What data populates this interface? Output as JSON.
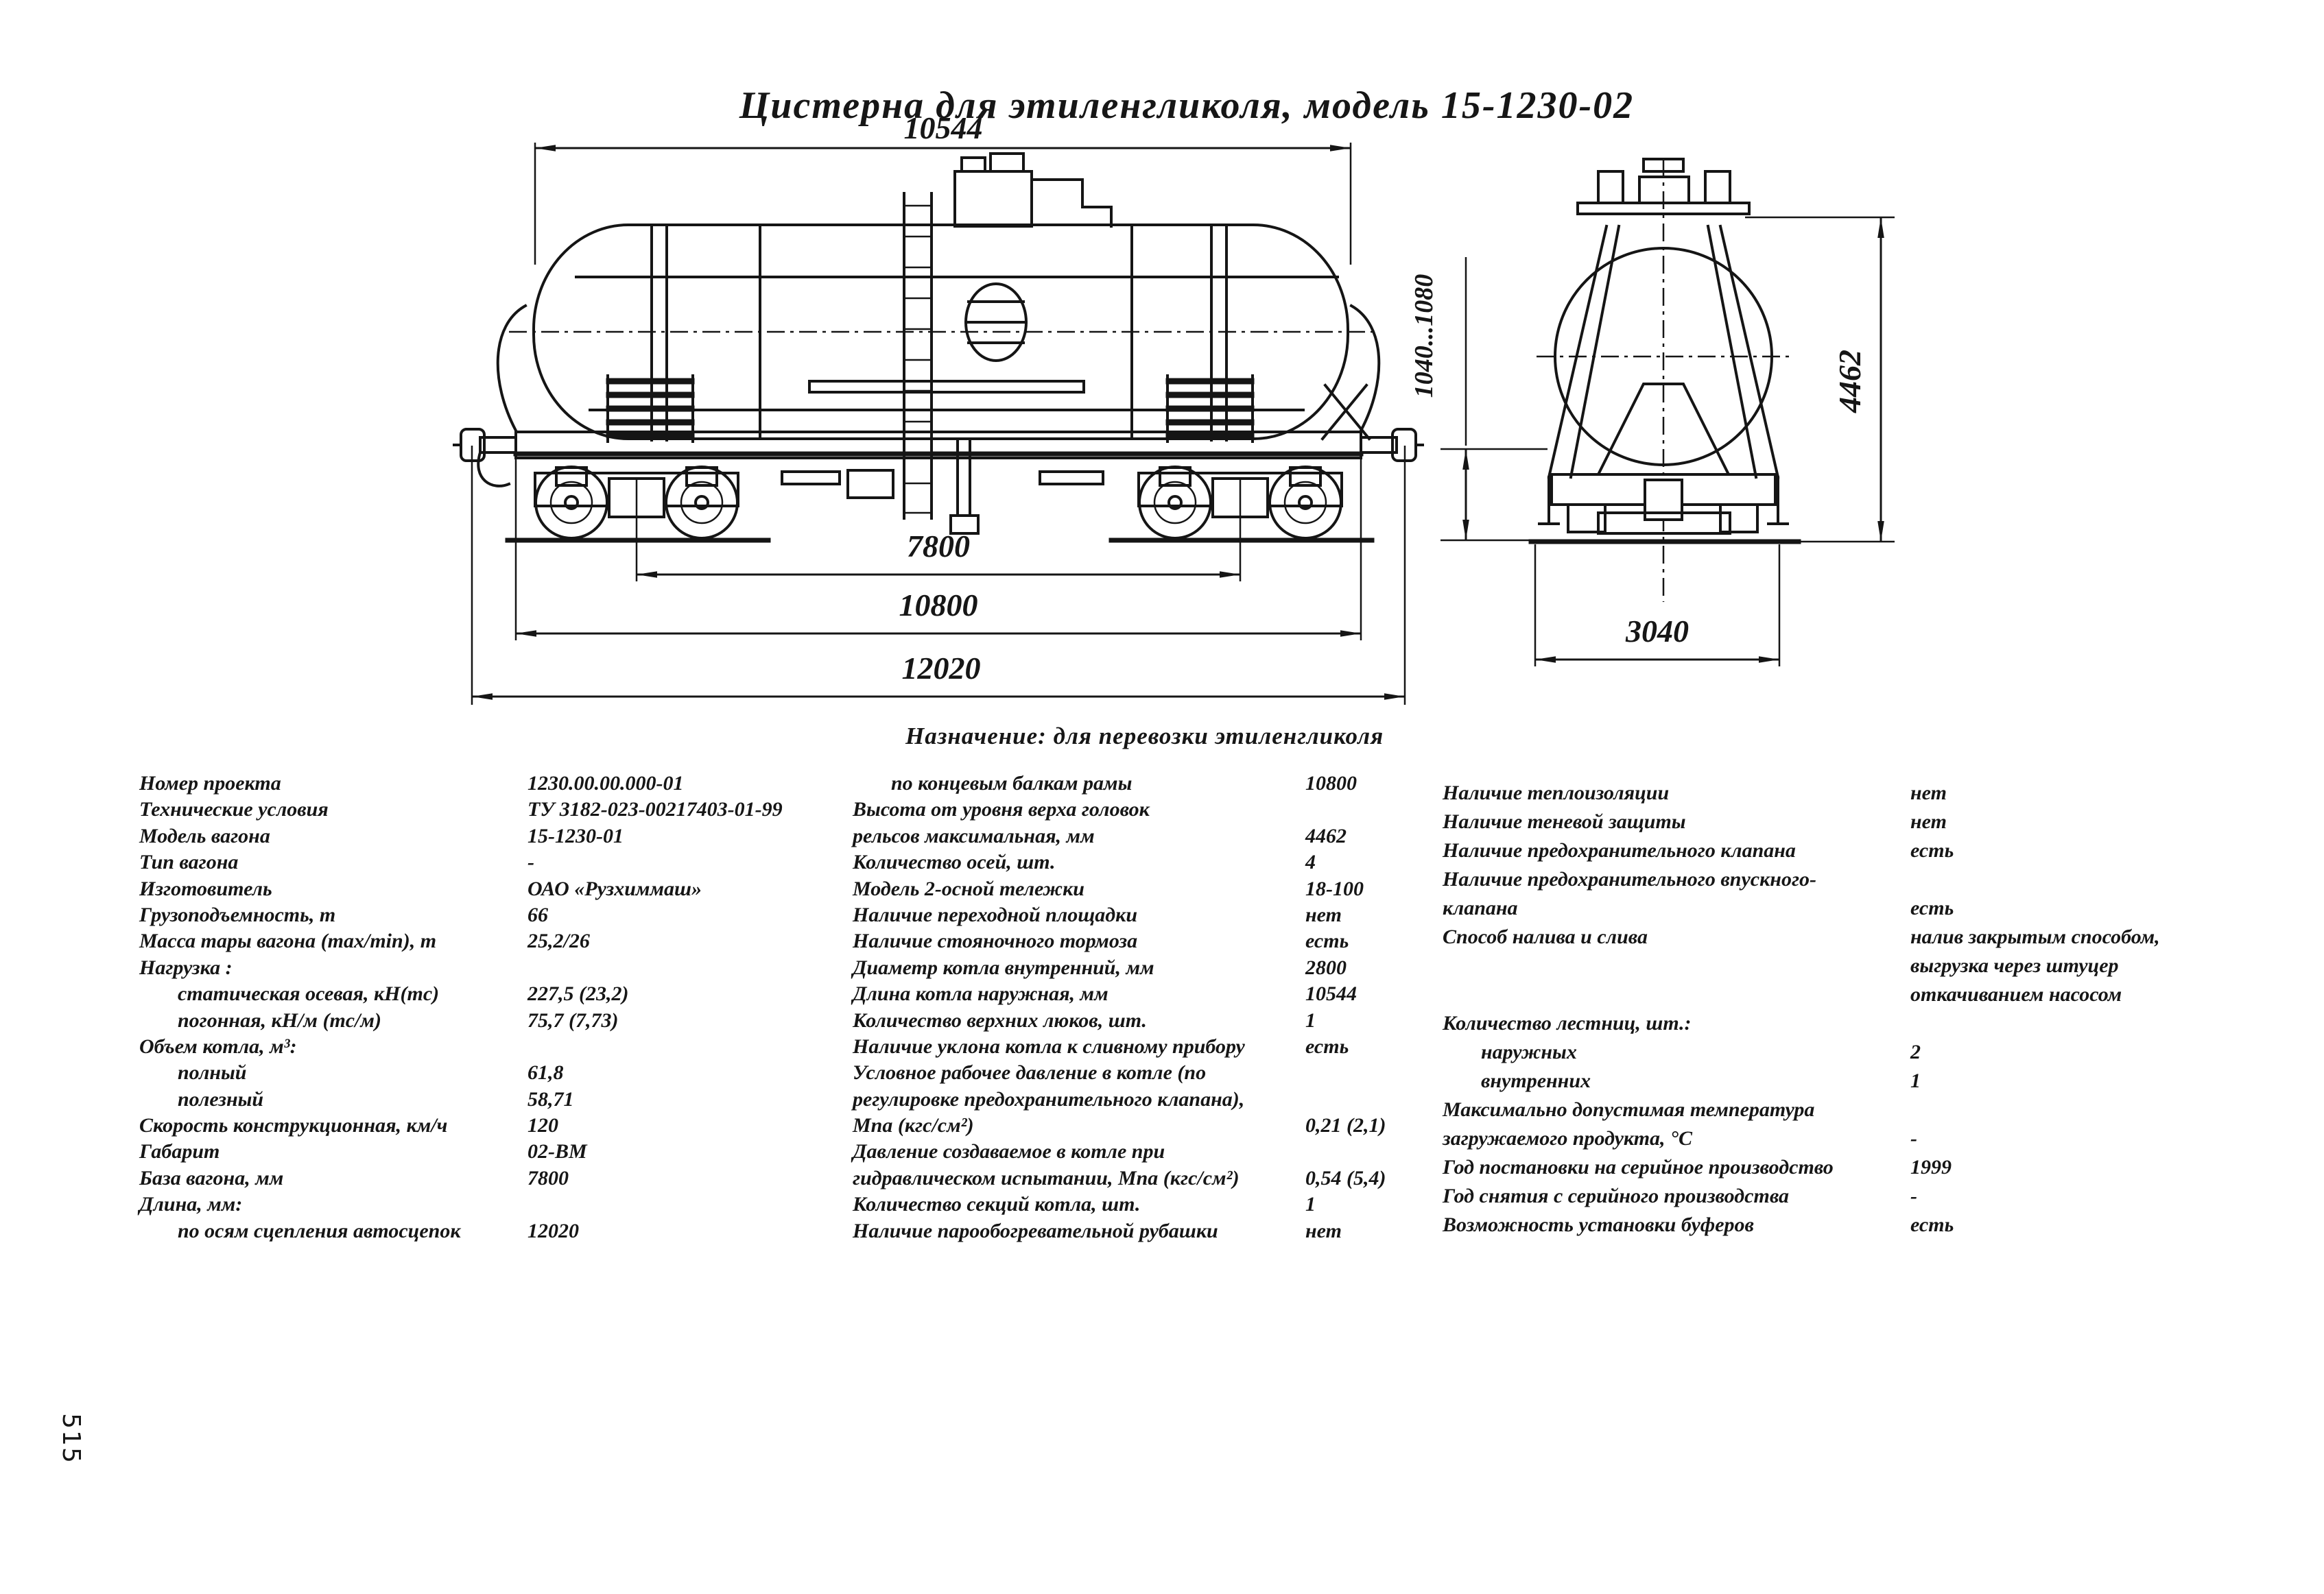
{
  "page": {
    "title": "Цистерна для этиленгликоля, модель 15-1230-02",
    "purpose": "Назначение: для перевозки этиленгликоля",
    "page_number": "515"
  },
  "drawing": {
    "dims": {
      "tank_length": "10544",
      "bogie_base": "7800",
      "frame_length": "10800",
      "coupler_length": "12020",
      "coupler_height": "1040...1080",
      "max_height": "4462",
      "width": "3040"
    }
  },
  "specs": {
    "col1": [
      {
        "label": "Номер проекта",
        "value": "1230.00.00.000-01"
      },
      {
        "label": "Технические условия",
        "value": "ТУ 3182-023-00217403-01-99"
      },
      {
        "label": "Модель вагона",
        "value": "15-1230-01"
      },
      {
        "label": "Тип вагона",
        "value": "-"
      },
      {
        "label": "Изготовитель",
        "value": "ОАО «Рузхиммаш»"
      },
      {
        "label": "Грузоподъемность, т",
        "value": "66"
      },
      {
        "label": "Масса тары вагона (max/min), т",
        "value": "25,2/26"
      },
      {
        "label": "Нагрузка :",
        "value": ""
      },
      {
        "label": "статическая осевая, кН(тс)",
        "value": "227,5 (23,2)",
        "indent": true
      },
      {
        "label": "погонная, кН/м (тс/м)",
        "value": "75,7 (7,73)",
        "indent": true
      },
      {
        "label": "Объем котла, м³:",
        "value": ""
      },
      {
        "label": "полный",
        "value": "61,8",
        "indent": true
      },
      {
        "label": "полезный",
        "value": "58,71",
        "indent": true
      },
      {
        "label": "Скорость конструкционная, км/ч",
        "value": "120"
      },
      {
        "label": "Габарит",
        "value": "02-ВМ"
      },
      {
        "label": "База вагона, мм",
        "value": "7800"
      },
      {
        "label": "Длина, мм:",
        "value": ""
      },
      {
        "label": "по осям сцепления автосцепок",
        "value": "12020",
        "indent": true
      }
    ],
    "col2": [
      {
        "label": "по концевым балкам рамы",
        "value": "10800",
        "indent": true
      },
      {
        "label": "Высота от уровня верха головок",
        "value": ""
      },
      {
        "label": "рельсов максимальная, мм",
        "value": "4462"
      },
      {
        "label": "Количество осей, шт.",
        "value": "4"
      },
      {
        "label": "Модель 2-осной тележки",
        "value": "18-100"
      },
      {
        "label": "Наличие переходной площадки",
        "value": "нет"
      },
      {
        "label": "Наличие стояночного тормоза",
        "value": "есть"
      },
      {
        "label": "Диаметр котла внутренний, мм",
        "value": "2800"
      },
      {
        "label": "Длина котла наружная, мм",
        "value": "10544"
      },
      {
        "label": "Количество верхних люков, шт.",
        "value": "1"
      },
      {
        "label": "Наличие уклона котла к сливному прибору",
        "value": "есть"
      },
      {
        "label": "Условное рабочее давление в котле (по",
        "value": ""
      },
      {
        "label": "регулировке предохранительного клапана),",
        "value": ""
      },
      {
        "label": "Мпа (кгс/см²)",
        "value": "0,21 (2,1)"
      },
      {
        "label": "Давление создаваемое в котле при",
        "value": ""
      },
      {
        "label": "гидравлическом испытании, Мпа (кгс/см²)",
        "value": "0,54 (5,4)"
      },
      {
        "label": "Количество секций котла, шт.",
        "value": "1"
      },
      {
        "label": "Наличие парообогревательной рубашки",
        "value": "нет"
      }
    ],
    "col3": [
      {
        "label": "Наличие теплоизоляции",
        "value": "нет"
      },
      {
        "label": "Наличие теневой защиты",
        "value": "нет"
      },
      {
        "label": "Наличие предохранительного клапана",
        "value": "есть"
      },
      {
        "label": "Наличие предохранительного впускного-",
        "value": ""
      },
      {
        "label": "клапана",
        "value": "есть"
      },
      {
        "label": "Способ налива и слива",
        "value": "налив закрытым способом,"
      },
      {
        "label": "",
        "value": "выгрузка через штуцер"
      },
      {
        "label": "",
        "value": "откачиванием насосом"
      },
      {
        "label": "Количество лестниц, шт.:",
        "value": ""
      },
      {
        "label": "наружных",
        "value": "2",
        "indent": true
      },
      {
        "label": "внутренних",
        "value": "1",
        "indent": true
      },
      {
        "label": "Максимально допустимая температура",
        "value": ""
      },
      {
        "label": "загружаемого продукта, °С",
        "value": "-"
      },
      {
        "label": "Год постановки на серийное производство",
        "value": "1999"
      },
      {
        "label": "Год снятия с серийного производства",
        "value": "-"
      },
      {
        "label": "Возможность установки буферов",
        "value": "есть"
      }
    ]
  }
}
